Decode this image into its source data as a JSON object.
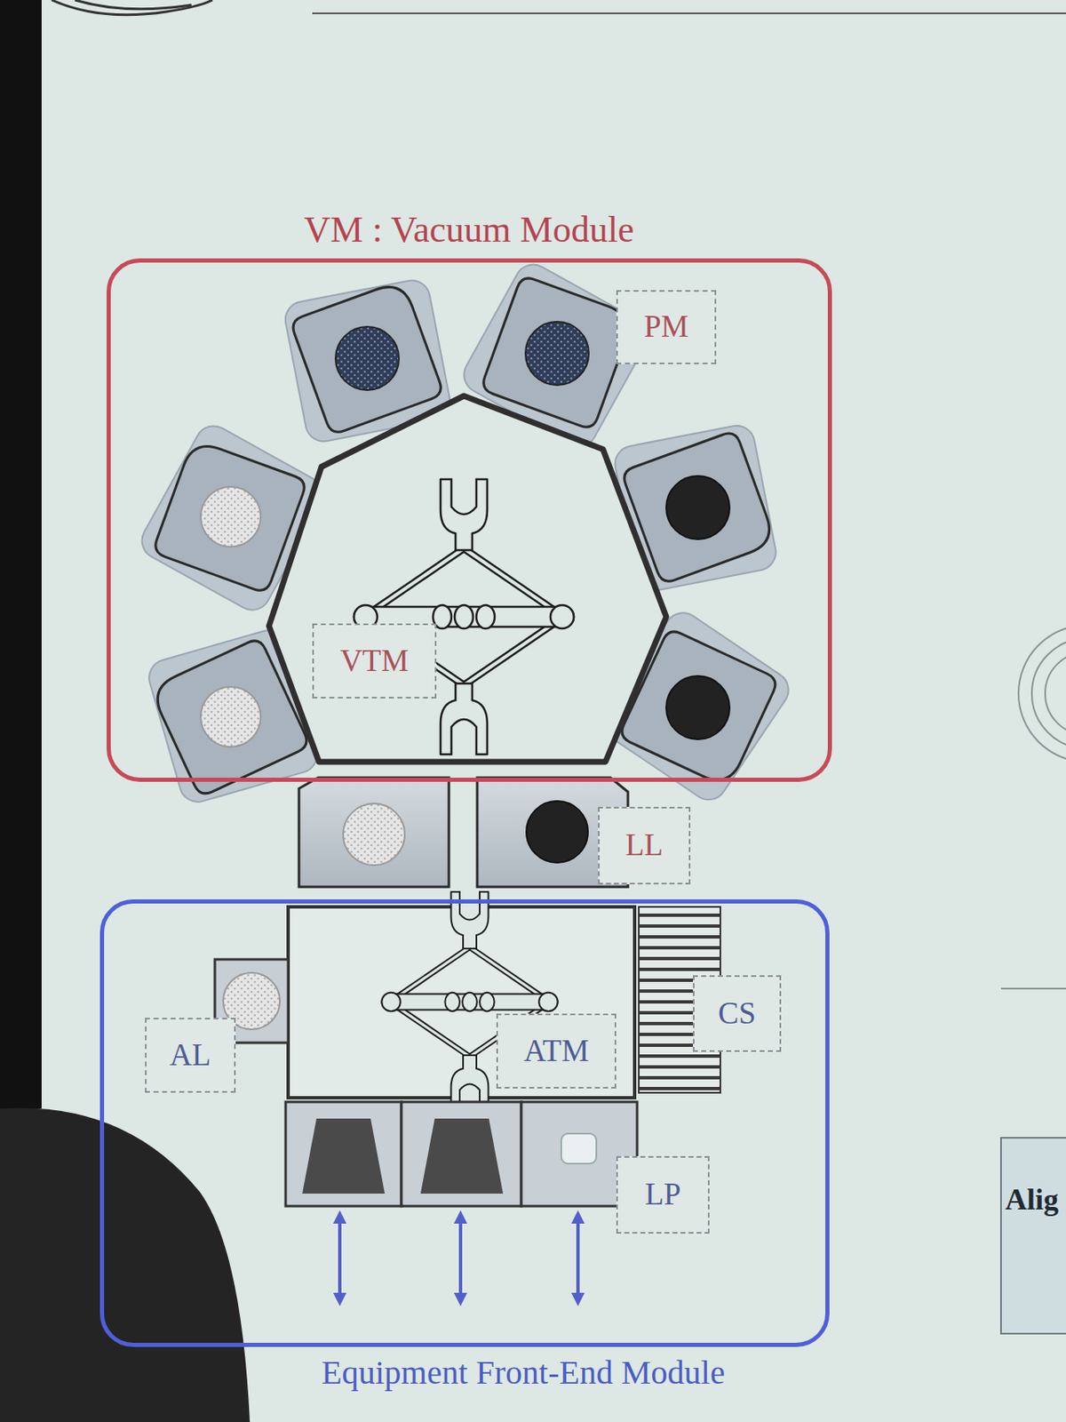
{
  "diagram": {
    "nodes": [
      {
        "text": [
          "VM : Vacuum Module"
        ]
      },
      {
        "text": [
          "PM"
        ],
        "in": 0
      },
      {
        "text": [
          "VTM"
        ],
        "in": 0
      },
      {
        "text": [
          "LL"
        ]
      },
      {
        "text": [
          "Equipment Front-End Module"
        ]
      },
      {
        "text": [
          "AL"
        ],
        "in": 4
      },
      {
        "text": [
          "ATM"
        ],
        "in": 4
      },
      {
        "text": [
          "CS"
        ],
        "in": 4
      },
      {
        "text": [
          "LP"
        ],
        "in": 4
      }
    ],
    "labels": [
      "Alig"
    ]
  }
}
